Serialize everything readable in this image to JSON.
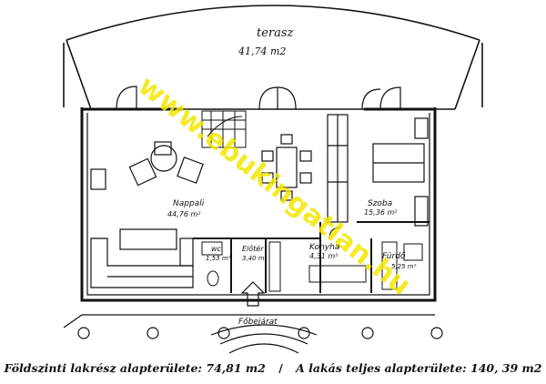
{
  "terrace": {
    "name": "terasz",
    "area": "41,74 m2"
  },
  "rooms": {
    "living": {
      "name": "Nappali",
      "area": "44,76 m²"
    },
    "bedroom": {
      "name": "Szoba",
      "area": "15,36 m²"
    },
    "kitchen": {
      "name": "Konyha",
      "area": "4,31 m²"
    },
    "hall": {
      "name": "Előtér",
      "area": "3,40 m²"
    },
    "wc": {
      "name": "wc",
      "area": "1,53 m²"
    },
    "bath": {
      "name": "Fürdő",
      "area": "5,25 m²"
    }
  },
  "entrance": "Főbejárat",
  "footer": {
    "ground_floor": "Földszinti lakrész alapterülete:  74,81 m2",
    "separator": "/",
    "total": "A lakás teljes alapterülete:  140, 39 m2"
  },
  "watermark": "www.ebukingatlan.hu",
  "colors": {
    "ink": "#111111",
    "watermark": "#f2e600"
  }
}
